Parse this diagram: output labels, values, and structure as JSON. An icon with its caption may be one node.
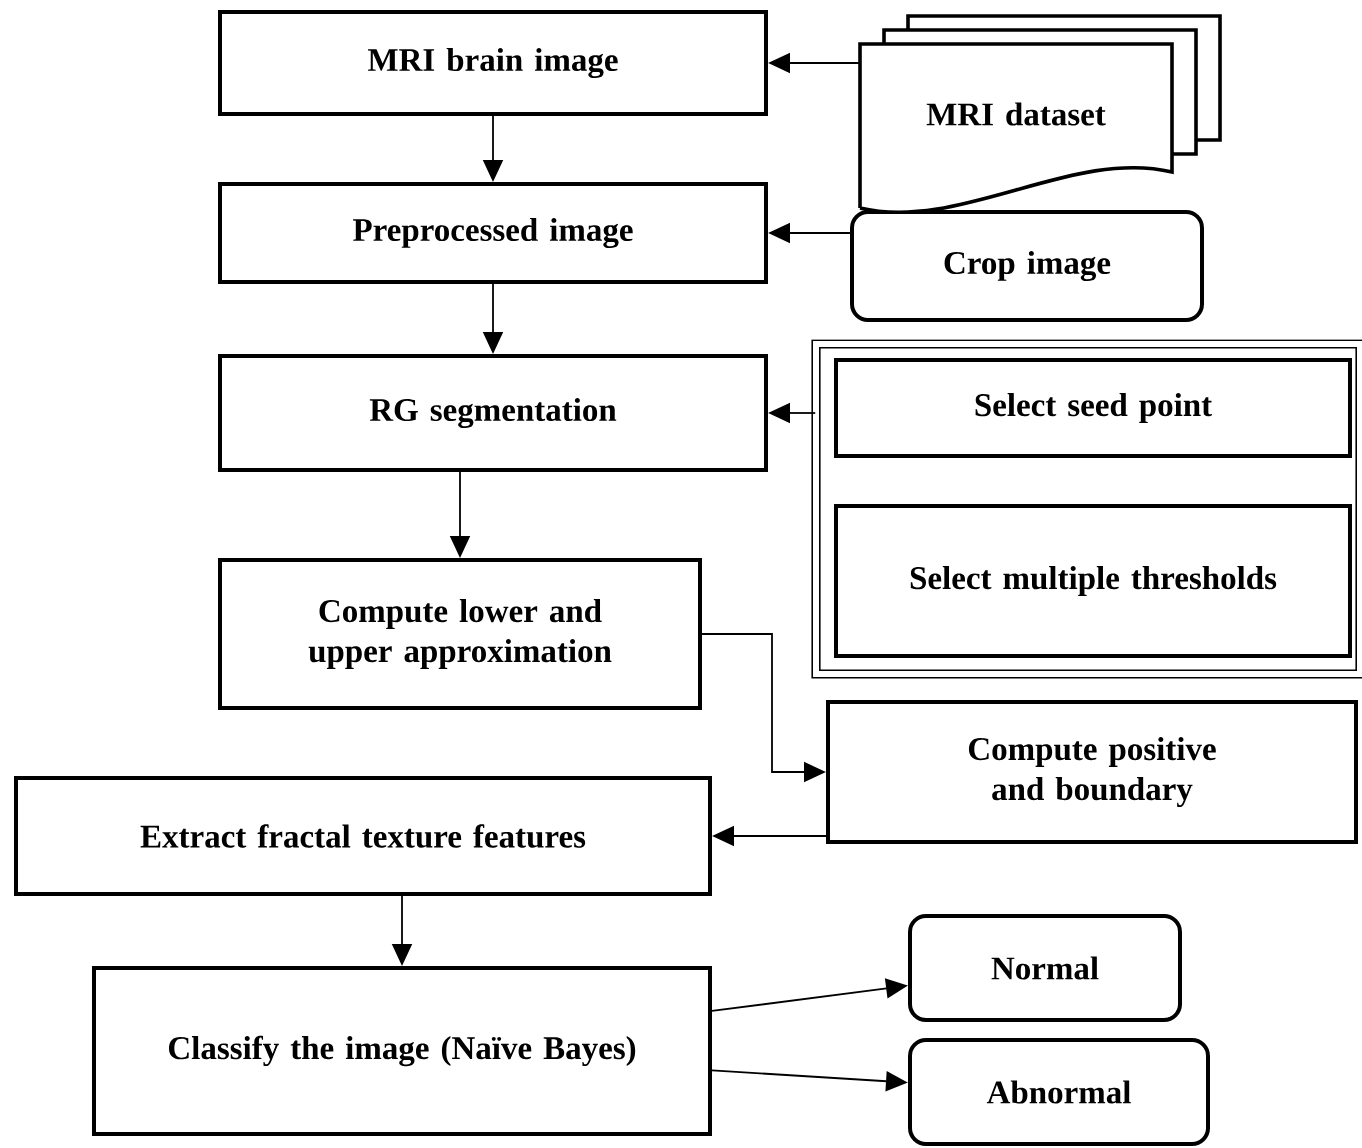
{
  "diagram": {
    "nodes": [
      {
        "text": [
          "MRI brain image"
        ]
      },
      {
        "text": [
          "MRI dataset"
        ]
      },
      {
        "text": [
          "Preprocessed image"
        ]
      },
      {
        "text": [
          "Crop image"
        ]
      },
      {
        "text": [
          "RG segmentation"
        ]
      },
      {
        "text": [],
        "shape": "box"
      },
      {
        "text": [
          "Select seed point"
        ],
        "in": 5
      },
      {
        "text": [
          "Select multiple thresholds"
        ],
        "in": 5
      },
      {
        "text": [
          "Compute lower and upper approximation"
        ]
      },
      {
        "text": [
          "Compute positive and boundary"
        ]
      },
      {
        "text": [
          "Extract fractal texture features"
        ]
      },
      {
        "text": [
          "Classify the image (Naïve Bayes)"
        ]
      },
      {
        "text": [
          "Normal"
        ]
      },
      {
        "text": [
          "Abnormal"
        ]
      }
    ],
    "edges": [
      {
        "from": 1,
        "to": 0,
        "arrow": "to"
      },
      {
        "from": 0,
        "to": 2,
        "arrow": "to"
      },
      {
        "from": 3,
        "to": 2,
        "arrow": "to"
      },
      {
        "from": 2,
        "to": 4,
        "arrow": "to"
      },
      {
        "from": 5,
        "to": 4,
        "arrow": "to"
      },
      {
        "from": 4,
        "to": 8,
        "arrow": "to"
      },
      {
        "from": 8,
        "to": 9,
        "arrow": "to"
      },
      {
        "from": 9,
        "to": 10,
        "arrow": "to"
      },
      {
        "from": 10,
        "to": 11,
        "arrow": "to"
      },
      {
        "from": 11,
        "to": 12,
        "arrow": "to"
      },
      {
        "from": 11,
        "to": 13,
        "arrow": "to"
      }
    ]
  }
}
